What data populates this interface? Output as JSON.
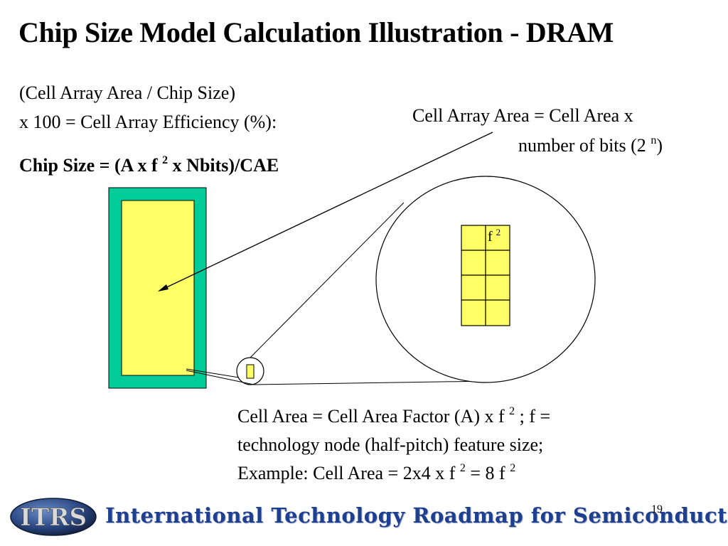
{
  "slide": {
    "title": "Chip Size Model Calculation Illustration - DRAM",
    "left_text": {
      "line1": "(Cell Array Area / Chip Size)",
      "line2": "x 100  =   Cell Array Efficiency (%):",
      "formula_pre": "Chip Size = (A x f ",
      "formula_sup": "2",
      "formula_post": " x Nbits)/CAE"
    },
    "right_text": {
      "line1": "Cell Array Area = Cell Area  x",
      "line2_pre": "number of bits (2 ",
      "line2_sup": "n",
      "line2_post": ")"
    },
    "cell_label": {
      "base": "f ",
      "sup": "2"
    },
    "bottom_text": {
      "line1_pre": "Cell Area = Cell Area Factor (A)   x  f ",
      "line1_sup": "2",
      "line1_post": " ;   f =",
      "line2": "technology node (half-pitch) feature size;",
      "line3_pre": "Example:  Cell Area =  2x4 x f ",
      "line3_sup1": "2",
      "line3_mid": " = 8 f ",
      "line3_sup2": "2"
    },
    "footer": {
      "logo_text": "ITRS",
      "org": "International Technology Roadmap for Semiconductors",
      "page": "19"
    },
    "colors": {
      "chip_border": "#00cc99",
      "cell_array": "#ffff66",
      "footer_text": "#1f3f8f"
    }
  }
}
